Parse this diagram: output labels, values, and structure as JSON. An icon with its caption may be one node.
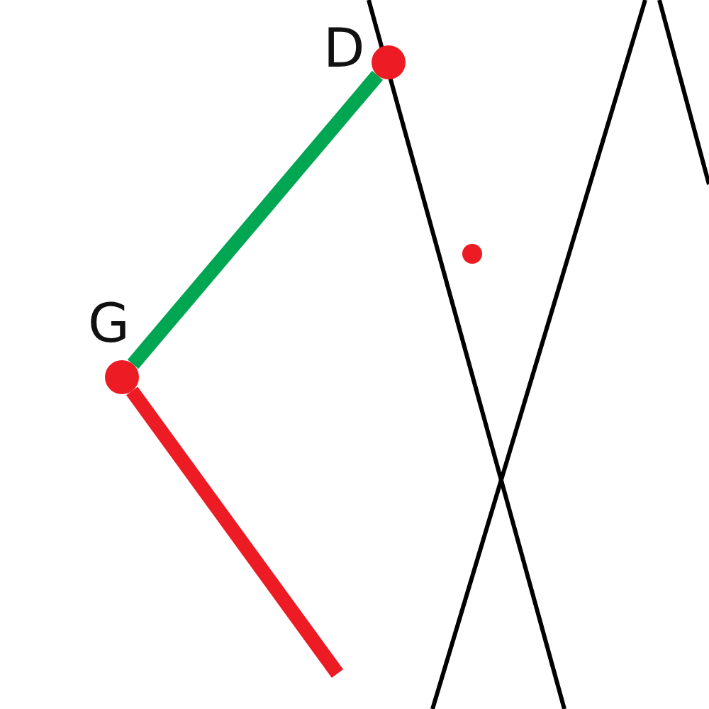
{
  "diagram": {
    "nodes": [
      {
        "text": [
          "D"
        ]
      },
      {
        "text": [
          "G"
        ]
      }
    ],
    "edges": [
      {
        "from": 0,
        "to": 1,
        "arrow": "none",
        "color": "#00a651"
      },
      {
        "from": 1,
        "to": null,
        "arrow": "none",
        "color": "#ed1c24"
      }
    ]
  }
}
